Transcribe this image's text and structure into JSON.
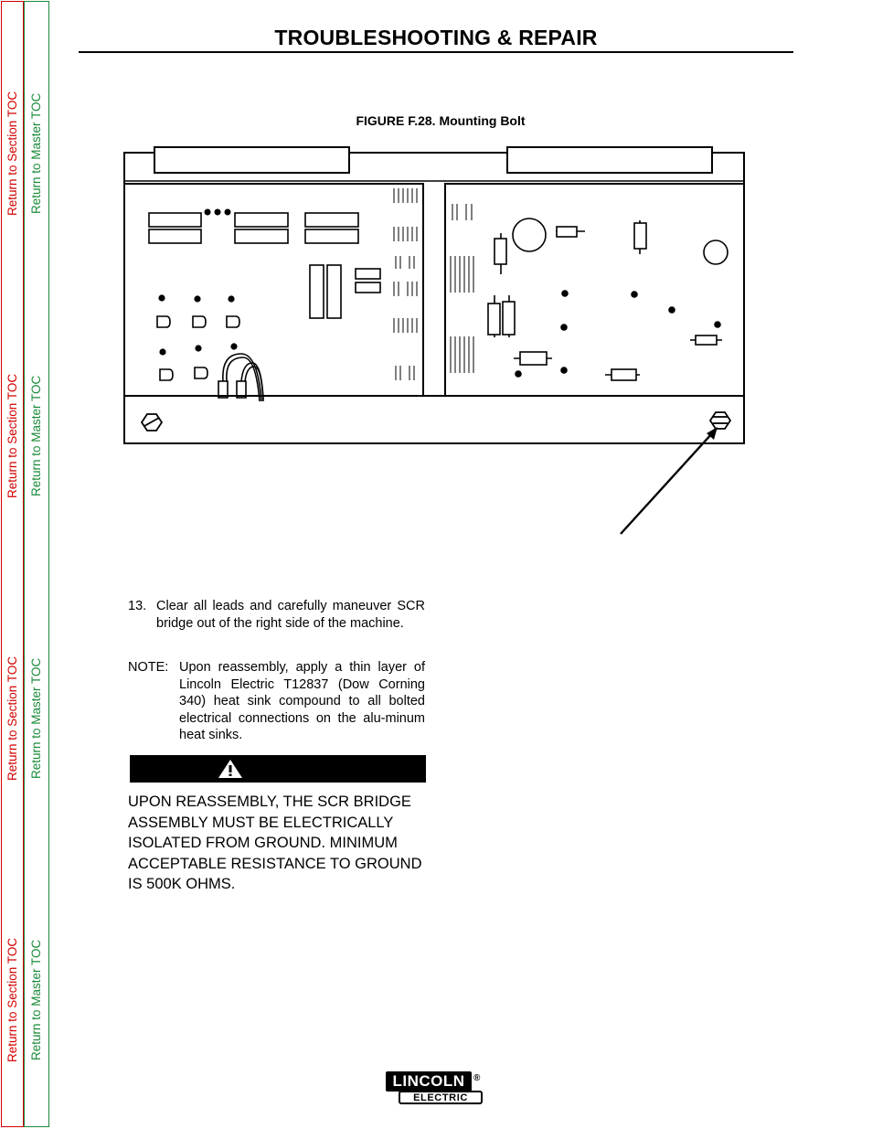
{
  "header": {
    "title": "TROUBLESHOOTING & REPAIR"
  },
  "nav": {
    "section_toc": "Return to Section TOC",
    "master_toc": "Return to Master TOC"
  },
  "figure": {
    "caption": "FIGURE F.28. Mounting Bolt"
  },
  "steps": [
    {
      "number": "13.",
      "text": "Clear all leads and carefully maneuver SCR bridge out of the right side of the machine."
    }
  ],
  "note": {
    "label": "NOTE:",
    "text": "Upon reassembly, apply a thin layer of Lincoln Electric T12837 (Dow Corning 340) heat sink compound to all bolted electrical connections on the alu-minum heat sinks."
  },
  "caution": {
    "icon": "warning-triangle-icon",
    "text": "UPON REASSEMBLY, THE SCR BRIDGE ASSEMBLY MUST BE ELECTRICALLY ISOLATED FROM GROUND.  MINIMUM ACCEPTABLE RESISTANCE TO GROUND IS 500K OHMS."
  },
  "logo": {
    "brand": "LINCOLN",
    "sub": "ELECTRIC",
    "reg": "®"
  },
  "colors": {
    "section_nav": "#d40000",
    "master_nav": "#1b8a3a"
  }
}
